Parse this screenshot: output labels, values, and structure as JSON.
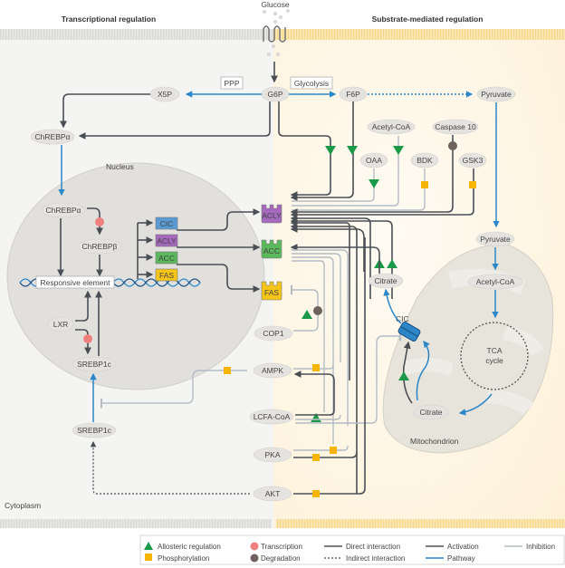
{
  "headers": {
    "left": "Transcriptional regulation",
    "right": "Substrate-mediated regulation",
    "glucose": "Glucose"
  },
  "compartments": {
    "nucleus": "Nucleus",
    "cytoplasm": "Cytoplasm",
    "mitochondrion": "Mitochondrion"
  },
  "pathway_labels": {
    "ppp": "PPP",
    "glycolysis": "Glycolysis"
  },
  "nodes": {
    "x5p": "X5P",
    "g6p": "G6P",
    "f6p": "F6P",
    "pyruvate_cyto": "Pyruvate",
    "chrebpa_cyto": "ChREBPα",
    "chrebpa_nuc": "ChREBPα",
    "chrebpb": "ChREBPβ",
    "responsive_element": "Responsive element",
    "lxr": "LXR",
    "srebp1c_nuc": "SREBP1c",
    "srebp1c_cyto": "SREBP1c",
    "acetylcoa_cyto": "Acetyl-CoA",
    "caspase10": "Caspase 10",
    "oaa": "OAA",
    "bdk": "BDK",
    "gsk3": "GSK3",
    "citrate_cyto": "Citrate",
    "cop1": "COP1",
    "ampk": "AMPK",
    "lcfacoa": "LCFA-CoA",
    "pka": "PKA",
    "akt": "AKT",
    "pyruvate_mito": "Pyruvate",
    "acetylcoa_mito": "Acetyl-CoA",
    "tca_line1": "TCA",
    "tca_line2": "cycle",
    "citrate_mito": "Citrate",
    "cic_transporter": "CIC"
  },
  "genes": [
    {
      "label": "CIC",
      "color": "#5b9bd5"
    },
    {
      "label": "ACLY",
      "color": "#a569bd"
    },
    {
      "label": "ACC",
      "color": "#5cb85c"
    },
    {
      "label": "FAS",
      "color": "#f5c518"
    }
  ],
  "enzymes": [
    {
      "label": "ACLY",
      "color": "#a569bd"
    },
    {
      "label": "ACC",
      "color": "#5cb85c"
    },
    {
      "label": "FAS",
      "color": "#f5c518"
    }
  ],
  "legend": {
    "allosteric": "Allosteric regulation",
    "phosphorylation": "Phosphorylation",
    "transcription": "Transcription",
    "degradation": "Degradation",
    "direct": "Direct interaction",
    "indirect": "Indirect interaction",
    "activation": "Activation",
    "pathway": "Pathway",
    "inhibition": "Inhibition"
  },
  "colors": {
    "allosteric": "#1a9a48",
    "phosphorylation": "#f7b500",
    "transcription": "#f08080",
    "degradation": "#6d625e",
    "dark_line": "#4a4f55",
    "light_line": "#b4bcc4",
    "pathway": "#2b87c8"
  }
}
